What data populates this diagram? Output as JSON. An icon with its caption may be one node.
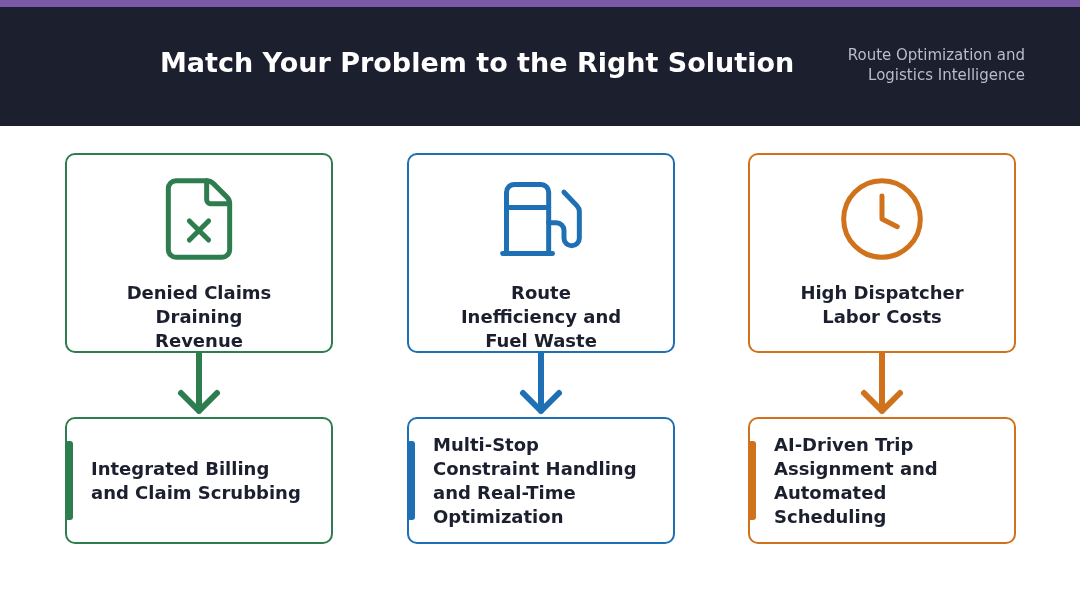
{
  "diagram": {
    "title": "Match Your Problem to the Right Solution",
    "nodes": [
      {
        "text": [
          "Denied Claims Draining Revenue"
        ]
      },
      {
        "text": [
          "Route Inefficiency and Fuel Waste"
        ]
      },
      {
        "text": [
          "High Dispatcher Labor Costs"
        ]
      },
      {
        "text": [
          "Integrated Billing and Claim Scrubbing"
        ]
      },
      {
        "text": [
          "Multi-Stop Constraint Handling and Real-Time Optimization"
        ]
      },
      {
        "text": [
          "AI-Driven Trip Assignment and Automated Scheduling"
        ]
      }
    ],
    "edges": [
      {
        "from": 0,
        "to": 3,
        "arrow": "to",
        "color": "#2e7d4f"
      },
      {
        "from": 1,
        "to": 4,
        "arrow": "to",
        "color": "#1f6fb5"
      },
      {
        "from": 2,
        "to": 5,
        "arrow": "to",
        "color": "#d0711c"
      }
    ],
    "labels": [
      "Route Optimization and Logistics Intelligence"
    ]
  }
}
